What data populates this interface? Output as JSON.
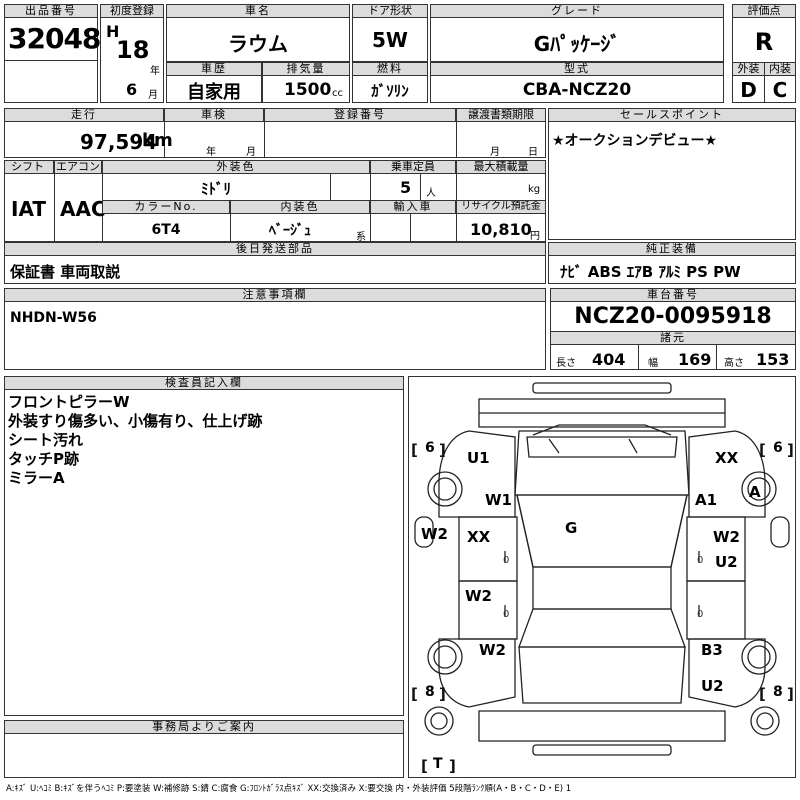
{
  "labels": {
    "lot_no": "出品番号",
    "first_reg": "初度登録",
    "car_name": "車名",
    "door": "ドア形状",
    "grade": "グレード",
    "score": "評価点",
    "history": "車歴",
    "displacement": "排気量",
    "fuel": "燃料",
    "model_code": "型式",
    "exterior": "外装",
    "interior": "内装",
    "mileage": "走行",
    "inspection": "車検",
    "reg_no": "登録番号",
    "transfer": "譲渡書類期限",
    "sales_point": "セールスポイント",
    "shift": "シフト",
    "aircon": "エアコン",
    "ext_color": "外装色",
    "capacity": "乗車定員",
    "max_load": "最大積載量",
    "color_no": "カラーNo.",
    "int_color": "内装色",
    "import": "輸入車",
    "recycle": "リサイクル預託金",
    "later_parts": "後日発送部品",
    "genuine_equip": "純正装備",
    "notes": "注意事項欄",
    "chassis_no": "車台番号",
    "specs": "諸元",
    "length": "長さ",
    "width": "幅",
    "height": "高さ",
    "inspector": "検査員記入欄",
    "office": "事務局よりご案内",
    "unit_year": "年",
    "unit_month": "月",
    "unit_day": "日",
    "unit_cc": "cc",
    "unit_person": "人",
    "unit_kg": "kg",
    "unit_yen": "円",
    "unit_kei": "系"
  },
  "values": {
    "lot_no": "32048",
    "era": "H",
    "year": "18",
    "month": "6",
    "car_name": "ラウム",
    "door": "5W",
    "grade": "Gﾊﾟｯｹｰｼﾞ",
    "score": "R",
    "history": "自家用",
    "displacement": "1500",
    "fuel": "ｶﾞｿﾘﾝ",
    "model_code": "CBA-NCZ20",
    "exterior_score": "D",
    "interior_score": "C",
    "mileage": "97,594",
    "mileage_unit": "km",
    "sales_point": "★オークションデビュー★",
    "shift": "IAT",
    "aircon": "AAC",
    "ext_color": "ﾐﾄﾞﾘ",
    "capacity": "5",
    "color_no": "6T4",
    "int_color": "ﾍﾞｰｼﾞｭ",
    "recycle": "10,810",
    "later_parts": "保証書 車両取説",
    "genuine_equip": "ﾅﾋﾞ ABS ｴｱB ｱﾙﾐ PS PW",
    "notes": "NHDN-W56",
    "chassis_no": "NCZ20-0095918",
    "length": "404",
    "width": "169",
    "height": "153"
  },
  "inspector_notes": [
    "フロントピラーW",
    "外装すり傷多い、小傷有り、仕上げ跡",
    "シート汚れ",
    "タッチP跡",
    "ミラーA"
  ],
  "diagram_marks": {
    "tire_fl": "6",
    "tire_fr": "6",
    "tire_rl": "8",
    "tire_rr": "8",
    "spare": "T",
    "u1": "U1",
    "xx_fr": "XX",
    "w1": "W1",
    "a1": "A1",
    "a_mirror": "A",
    "g_glass": "G",
    "w2_left_pillar": "W2",
    "xx_ldoor": "XX",
    "w2_rdoor": "W2",
    "u2_rdoor": "U2",
    "w2_lrdoor": "W2",
    "w2_lrear": "W2",
    "b3": "B3",
    "u2_rear": "U2"
  },
  "legend": "A:ｷｽﾞ U:ﾍｺﾐ B:ｷｽﾞを伴うﾍｺﾐ P:要塗装 W:補修跡 S:錆 C:腐食 G:ﾌﾛﾝﾄｶﾞﾗｽ点ｷｽﾞ XX:交換済み X:要交換 内・外装評価 5段階ﾗﾝｸ順(A・B・C・D・E) 1"
}
